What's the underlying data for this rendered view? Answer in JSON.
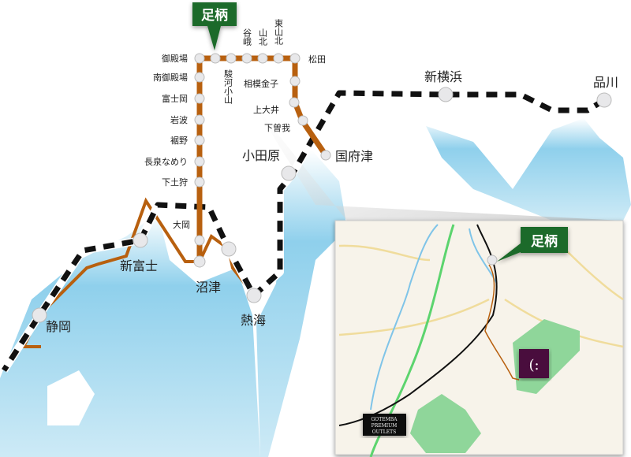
{
  "colors": {
    "jr_gotemba": "#b8600f",
    "shinkansen": "#111111",
    "sea": "#8fd0ec",
    "callout": "#1e6a2a",
    "inset_bg": "#f7f3ea",
    "park": "#8fd69a"
  },
  "callout": {
    "label": "足柄"
  },
  "gotemba_line": {
    "stations": [
      "御殿場",
      "南御殿場",
      "富士岡",
      "岩波",
      "裾野",
      "長泉なめり",
      "下土狩",
      "大岡",
      "沼津"
    ],
    "top_stations": [
      "足柄",
      "駿河小山",
      "谷峨",
      "山北",
      "東山北",
      "松田"
    ],
    "east_stations": [
      "相模金子",
      "上大井",
      "下曽我",
      "国府津"
    ]
  },
  "tokaido": {
    "stations": [
      "品川",
      "新横浜",
      "小田原",
      "熱海",
      "新富士",
      "静岡"
    ]
  },
  "inset": {
    "callout": "足柄",
    "outlet_logo": [
      "GOTEMBA",
      "PREMIUM",
      "OUTLETS"
    ]
  }
}
